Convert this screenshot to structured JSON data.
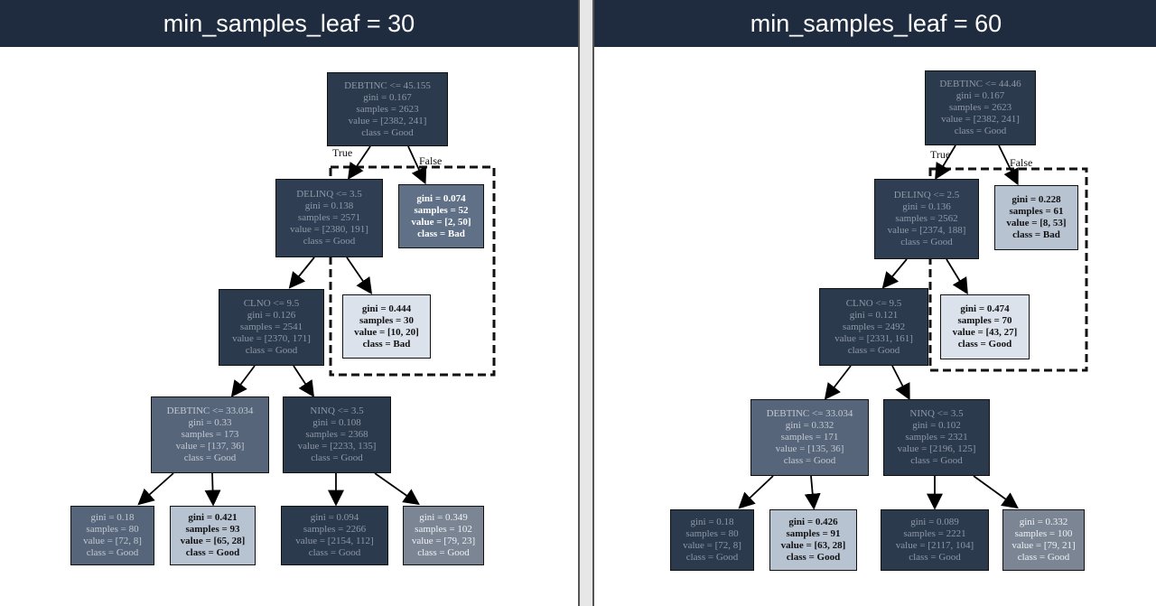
{
  "trees": [
    {
      "title": "min_samples_leaf = 30",
      "true_label": "True",
      "false_label": "False",
      "nodes": [
        {
          "lines": [
            "DEBTINC <= 45.155",
            "gini = 0.167",
            "samples = 2623",
            "value = [2382, 241]",
            "class = Good"
          ]
        },
        {
          "lines": [
            "DELINQ <= 3.5",
            "gini = 0.138",
            "samples = 2571",
            "value = [2380, 191]",
            "class = Good"
          ]
        },
        {
          "lines": [
            "gini = 0.074",
            "samples = 52",
            "value = [2, 50]",
            "class = Bad"
          ]
        },
        {
          "lines": [
            "CLNO <= 9.5",
            "gini = 0.126",
            "samples = 2541",
            "value = [2370, 171]",
            "class = Good"
          ]
        },
        {
          "lines": [
            "gini = 0.444",
            "samples = 30",
            "value = [10, 20]",
            "class = Bad"
          ]
        },
        {
          "lines": [
            "DEBTINC <= 33.034",
            "gini = 0.33",
            "samples = 173",
            "value = [137, 36]",
            "class = Good"
          ]
        },
        {
          "lines": [
            "NINQ <= 3.5",
            "gini = 0.108",
            "samples = 2368",
            "value = [2233, 135]",
            "class = Good"
          ]
        },
        {
          "lines": [
            "gini = 0.18",
            "samples = 80",
            "value = [72, 8]",
            "class = Good"
          ]
        },
        {
          "lines": [
            "gini = 0.421",
            "samples = 93",
            "value = [65, 28]",
            "class = Good"
          ]
        },
        {
          "lines": [
            "gini = 0.094",
            "samples = 2266",
            "value = [2154, 112]",
            "class = Good"
          ]
        },
        {
          "lines": [
            "gini = 0.349",
            "samples = 102",
            "value = [79, 23]",
            "class = Good"
          ]
        }
      ]
    },
    {
      "title": "min_samples_leaf = 60",
      "true_label": "True",
      "false_label": "False",
      "nodes": [
        {
          "lines": [
            "DEBTINC <= 44.46",
            "gini = 0.167",
            "samples = 2623",
            "value = [2382, 241]",
            "class = Good"
          ]
        },
        {
          "lines": [
            "DELINQ <= 2.5",
            "gini = 0.136",
            "samples = 2562",
            "value = [2374, 188]",
            "class = Good"
          ]
        },
        {
          "lines": [
            "gini = 0.228",
            "samples = 61",
            "value = [8, 53]",
            "class = Bad"
          ]
        },
        {
          "lines": [
            "CLNO <= 9.5",
            "gini = 0.121",
            "samples = 2492",
            "value = [2331, 161]",
            "class = Good"
          ]
        },
        {
          "lines": [
            "gini = 0.474",
            "samples = 70",
            "value = [43, 27]",
            "class = Good"
          ]
        },
        {
          "lines": [
            "DEBTINC <= 33.034",
            "gini = 0.332",
            "samples = 171",
            "value = [135, 36]",
            "class = Good"
          ]
        },
        {
          "lines": [
            "NINQ <= 3.5",
            "gini = 0.102",
            "samples = 2321",
            "value = [2196, 125]",
            "class = Good"
          ]
        },
        {
          "lines": [
            "gini = 0.18",
            "samples = 80",
            "value = [72, 8]",
            "class = Good"
          ]
        },
        {
          "lines": [
            "gini = 0.426",
            "samples = 91",
            "value = [63, 28]",
            "class = Good"
          ]
        },
        {
          "lines": [
            "gini = 0.089",
            "samples = 2221",
            "value = [2117, 104]",
            "class = Good"
          ]
        },
        {
          "lines": [
            "gini = 0.332",
            "samples = 100",
            "value = [79, 21]",
            "class = Good"
          ]
        }
      ]
    }
  ]
}
